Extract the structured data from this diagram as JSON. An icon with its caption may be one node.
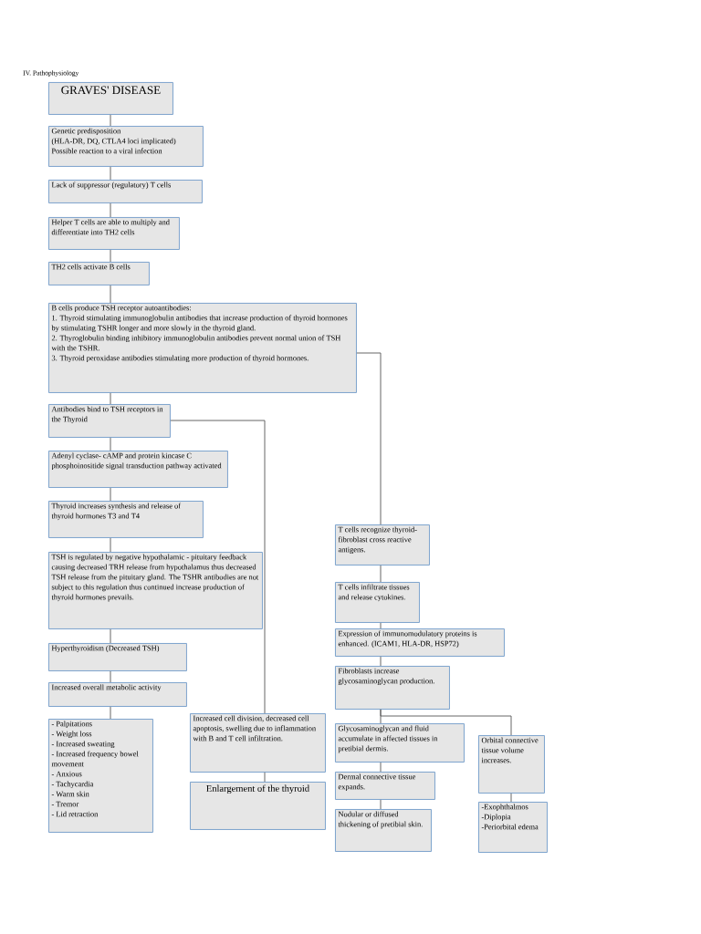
{
  "diagram": {
    "nodes": [
      {
        "text": [
          "GRAVES' DISEASE"
        ]
      },
      {
        "text": [
          "Genetic predisposition",
          "(HLA-DR, DQ, CTLA4 loci implicated)",
          "Possible reaction to a viral infection"
        ]
      },
      {
        "text": [
          "Lack of suppressor (regulatory) T cells"
        ]
      },
      {
        "text": [
          "Helper T cells are able to multiply and differentiate into TH2 cells"
        ]
      },
      {
        "text": [
          "TH2 cells activate B cells"
        ]
      },
      {
        "text": [
          "B cells produce TSH receptor autoantibodies:",
          "1. Thyroid stimulating immunoglobulin antibodies that increase production of thyroid hormones by stimulating TSHR longer and more slowly in the thyroid gland.",
          "2. Thyroglobulin binding inhibitory immunoglobulin antibodies prevent normal union of TSH with the TSHR.",
          "3. Thyroid peroxidase antibodies stimulating more production of thyroid hormones."
        ]
      },
      {
        "text": [
          "Antibodies bind to TSH receptors in the Thyroid"
        ]
      },
      {
        "text": [
          "Adenyl cyclase- cAMP and protein kincase C phosphoinositide signal transduction pathway activated"
        ]
      },
      {
        "text": [
          "Thyroid increases synthesis and release of thyroid hormones T3 and T4"
        ]
      },
      {
        "text": [
          "TSH is regulated by negative hypothalamic - pituitary feedback causing decreased TRH release from hypothalamus thus decreased TSH release from the pituitary gland. The TSHR antibodies are not subject to this regulation thus continued increase production of thyroid hormones prevails."
        ]
      },
      {
        "text": [
          "Hyperthyroidism (Decreased TSH)"
        ]
      },
      {
        "text": [
          "Increased overall metabolic activity"
        ]
      },
      {
        "text": [
          "- Palpitations",
          "- Weight loss",
          "- Increased sweating",
          "- Increased frequency bowel movement",
          "- Anxious",
          "- Tachycardia",
          "- Warm skin",
          "- Tremor",
          "- Lid retraction"
        ]
      },
      {
        "text": [
          "Increased cell division, decreased cell apoptosis, swelling due to inflammation with B and T cell infiltration."
        ]
      },
      {
        "text": [
          "Enlargement of the thyroid"
        ]
      },
      {
        "text": [
          "T cells recognize thyroid- fibroblast cross reactive antigens."
        ]
      },
      {
        "text": [
          "T cells infiltrate tissues and release cytokines."
        ]
      },
      {
        "text": [
          "Expression of immunomodulatory proteins is enhanced. (ICAM1, HLA-DR, HSP72)"
        ]
      },
      {
        "text": [
          "Fibroblasts increase glycosaminoglycan production."
        ]
      },
      {
        "text": [
          "Glycosaminoglycan and fluid accumulate in affected tissues in pretibial dermis."
        ]
      },
      {
        "text": [
          "Dermal connective tissue expands."
        ]
      },
      {
        "text": [
          "Nodular or diffused thickening of pretibial skin."
        ]
      },
      {
        "text": [
          "Orbital connective tissue volume increases."
        ]
      },
      {
        "text": [
          "-Exophthalmos",
          "-Diplopia",
          "-Periorbital edema"
        ]
      }
    ],
    "edges": [
      {
        "from": 0,
        "to": 1,
        "arrow": "none"
      },
      {
        "from": 1,
        "to": 2,
        "arrow": "none"
      },
      {
        "from": 2,
        "to": 3,
        "arrow": "none"
      },
      {
        "from": 3,
        "to": 4,
        "arrow": "none"
      },
      {
        "from": 4,
        "to": 5,
        "arrow": "none"
      },
      {
        "from": 5,
        "to": 6,
        "arrow": "none"
      },
      {
        "from": 6,
        "to": 7,
        "arrow": "none"
      },
      {
        "from": 7,
        "to": 8,
        "arrow": "none"
      },
      {
        "from": 8,
        "to": 9,
        "arrow": "none"
      },
      {
        "from": 9,
        "to": 10,
        "arrow": "none"
      },
      {
        "from": 10,
        "to": 11,
        "arrow": "none"
      },
      {
        "from": 11,
        "to": 12,
        "arrow": "none"
      },
      {
        "from": 6,
        "to": 13,
        "arrow": "none"
      },
      {
        "from": 13,
        "to": 14,
        "arrow": "none"
      },
      {
        "from": 5,
        "to": 15,
        "arrow": "none"
      },
      {
        "from": 15,
        "to": 16,
        "arrow": "none"
      },
      {
        "from": 16,
        "to": 17,
        "arrow": "none"
      },
      {
        "from": 17,
        "to": 18,
        "arrow": "none"
      },
      {
        "from": 18,
        "to": 19,
        "arrow": "none"
      },
      {
        "from": 18,
        "to": 22,
        "arrow": "none"
      },
      {
        "from": 19,
        "to": 20,
        "arrow": "none"
      },
      {
        "from": 20,
        "to": 21,
        "arrow": "none"
      },
      {
        "from": 22,
        "to": 23,
        "arrow": "none"
      }
    ],
    "labels": [
      "IV. Pathophysiology"
    ]
  }
}
